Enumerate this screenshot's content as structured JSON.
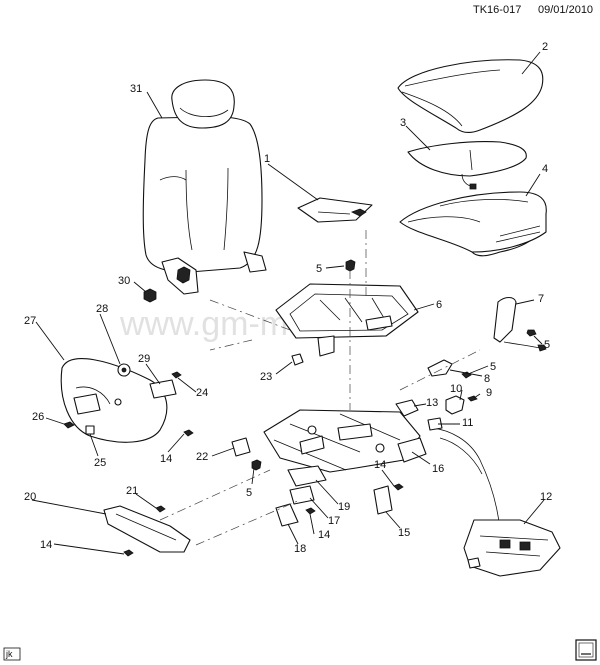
{
  "header": {
    "code": "TK16-017",
    "date": "09/01/2010"
  },
  "watermark": "www.gm-mod.ru",
  "corner_tag": "jk",
  "callouts": {
    "c1": "1",
    "c2": "2",
    "c3": "3",
    "c4": "4",
    "c5a": "5",
    "c5b": "5",
    "c5c": "5",
    "c5d": "5",
    "c6": "6",
    "c7": "7",
    "c8": "8",
    "c9": "9",
    "c10": "10",
    "c11": "11",
    "c12": "12",
    "c13": "13",
    "c14a": "14",
    "c14b": "14",
    "c14c": "14",
    "c14d": "14",
    "c15": "15",
    "c16": "16",
    "c17": "17",
    "c18": "18",
    "c19": "19",
    "c20": "20",
    "c21": "21",
    "c22": "22",
    "c23": "23",
    "c24": "24",
    "c25": "25",
    "c26": "26",
    "c27": "27",
    "c28": "28",
    "c29": "29",
    "c30": "30",
    "c31": "31"
  },
  "icons": {
    "logo": "gm-logo-icon"
  }
}
